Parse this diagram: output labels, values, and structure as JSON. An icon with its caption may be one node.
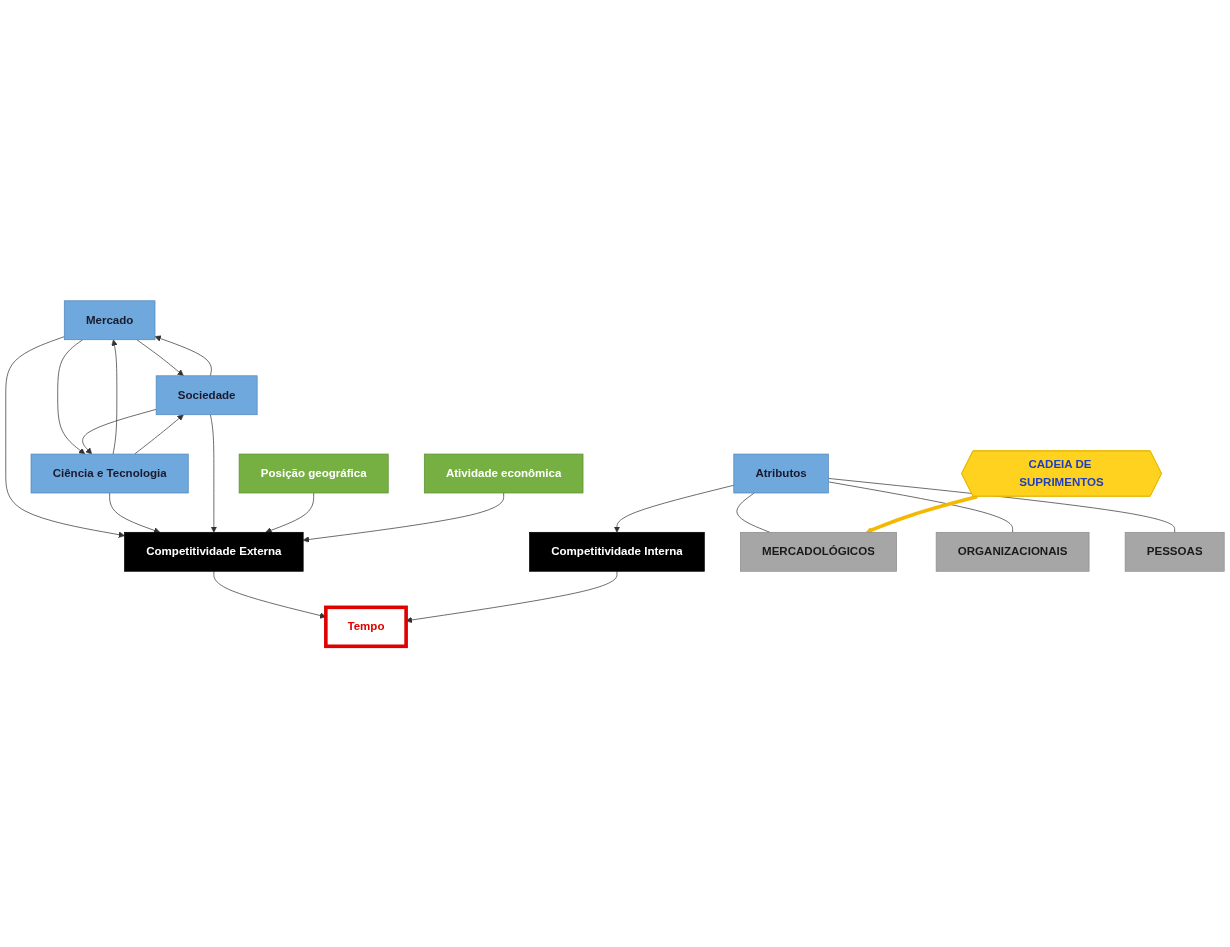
{
  "diagram": {
    "nodes": [
      {
        "text": [
          "Mercado"
        ]
      },
      {
        "text": [
          "Ciência e Tecnologia"
        ]
      },
      {
        "text": [
          "Sociedade"
        ]
      },
      {
        "text": [
          "Posição geográfica"
        ]
      },
      {
        "text": [
          "Competitividade Externa"
        ]
      },
      {
        "text": [
          "Atividade econômica"
        ]
      },
      {
        "text": [
          "Tempo"
        ]
      },
      {
        "text": [
          "Competitividade Interna"
        ]
      },
      {
        "text": [
          "Atributos"
        ]
      },
      {
        "text": [
          "MERCADOLÓGICOS"
        ]
      },
      {
        "text": [
          "ORGANIZACIONAIS"
        ]
      },
      {
        "text": [
          "PESSOAS"
        ]
      },
      {
        "text": [
          "CADEIA DE SUPRIMENTOS"
        ]
      }
    ],
    "edges": [
      {
        "from": 0,
        "to": 2,
        "arrow": "to"
      },
      {
        "from": 2,
        "to": 0,
        "arrow": "to"
      },
      {
        "from": 1,
        "to": 0,
        "arrow": "to"
      },
      {
        "from": 0,
        "to": 1,
        "arrow": "to"
      },
      {
        "from": 2,
        "to": 1,
        "arrow": "to"
      },
      {
        "from": 1,
        "to": 2,
        "arrow": "to"
      },
      {
        "from": 0,
        "to": 4,
        "arrow": "to"
      },
      {
        "from": 1,
        "to": 4,
        "arrow": "to"
      },
      {
        "from": 2,
        "to": 4,
        "arrow": "to"
      },
      {
        "from": 3,
        "to": 4,
        "arrow": "to"
      },
      {
        "from": 5,
        "to": 4,
        "arrow": "to"
      },
      {
        "from": 4,
        "to": 6,
        "arrow": "to"
      },
      {
        "from": 7,
        "to": 6,
        "arrow": "to"
      },
      {
        "from": 8,
        "to": 7,
        "arrow": "to"
      },
      {
        "from": 8,
        "to": 9,
        "arrow": "none"
      },
      {
        "from": 8,
        "to": 10,
        "arrow": "none"
      },
      {
        "from": 8,
        "to": 11,
        "arrow": "none"
      },
      {
        "from": 12,
        "to": 9,
        "arrow": "to",
        "style": "thick",
        "color": "#f5b800"
      }
    ]
  }
}
